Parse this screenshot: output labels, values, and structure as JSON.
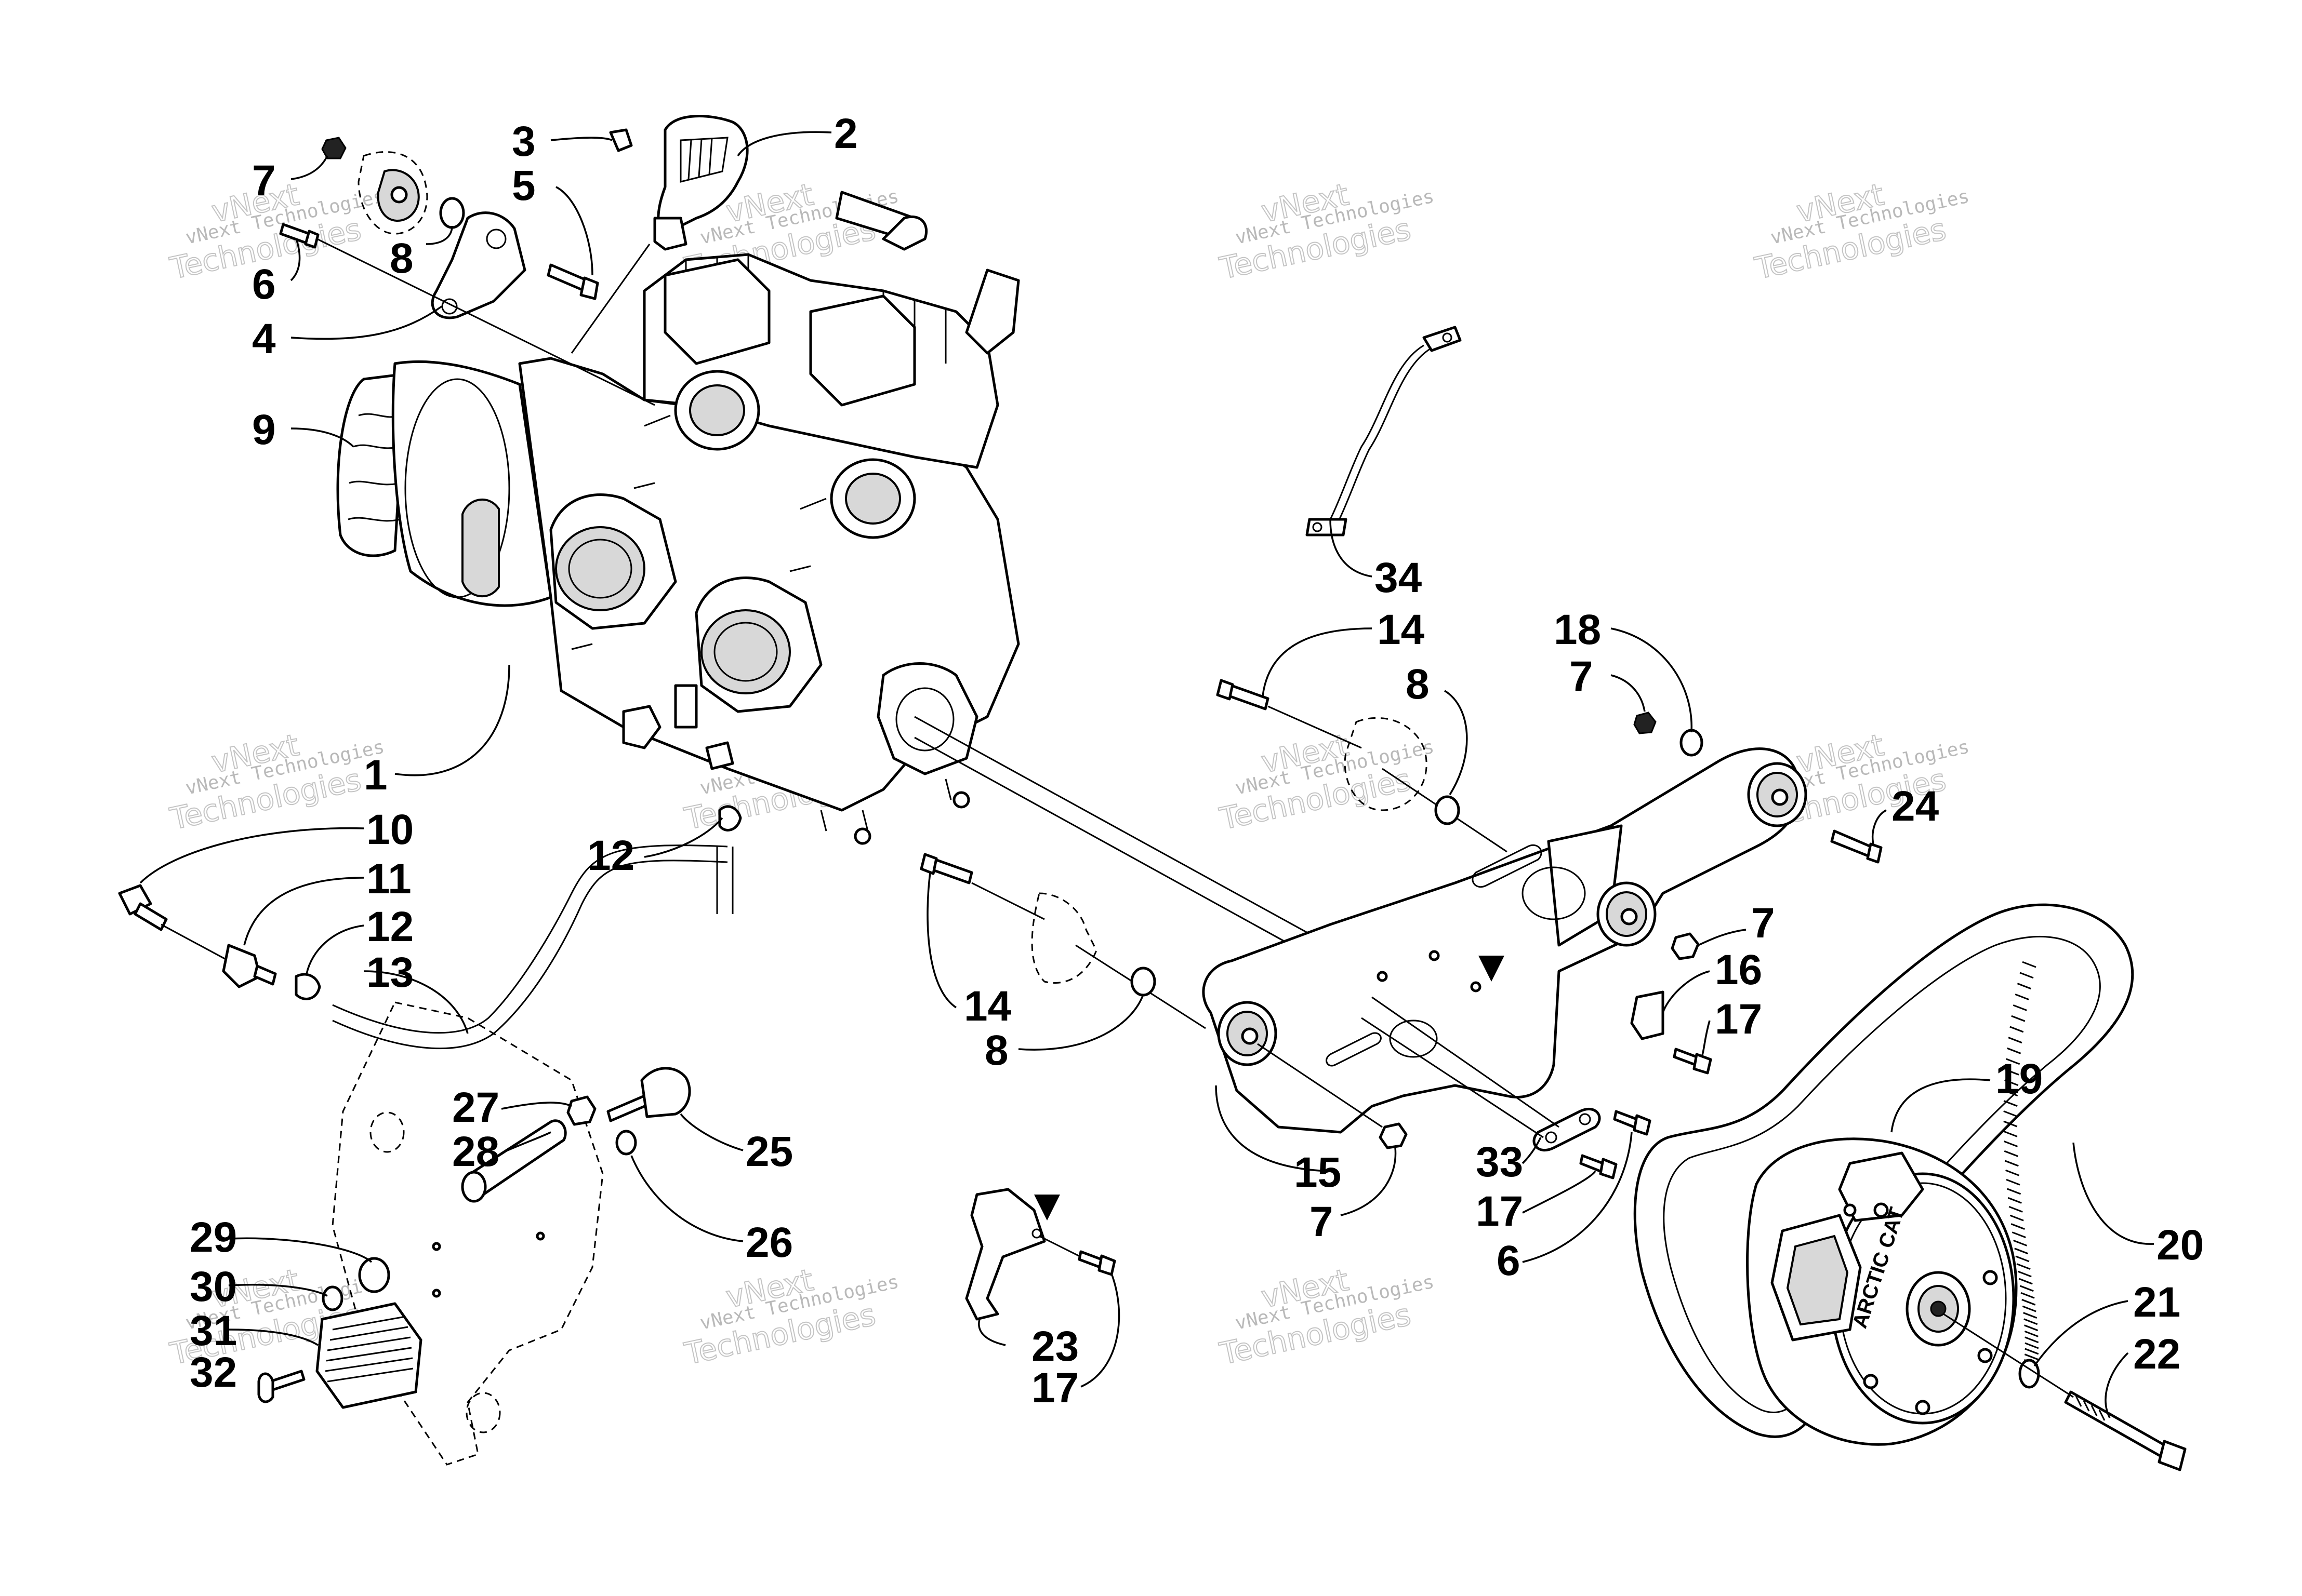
{
  "callouts": [
    {
      "id": "c1",
      "text": "1"
    },
    {
      "id": "c2",
      "text": "2"
    },
    {
      "id": "c3",
      "text": "3"
    },
    {
      "id": "c4",
      "text": "4"
    },
    {
      "id": "c5",
      "text": "5"
    },
    {
      "id": "c6a",
      "text": "6"
    },
    {
      "id": "c6b",
      "text": "6"
    },
    {
      "id": "c7a",
      "text": "7"
    },
    {
      "id": "c7b",
      "text": "7"
    },
    {
      "id": "c7c",
      "text": "7"
    },
    {
      "id": "c7d",
      "text": "7"
    },
    {
      "id": "c8a",
      "text": "8"
    },
    {
      "id": "c8b",
      "text": "8"
    },
    {
      "id": "c8c",
      "text": "8"
    },
    {
      "id": "c9",
      "text": "9"
    },
    {
      "id": "c10",
      "text": "10"
    },
    {
      "id": "c11",
      "text": "11"
    },
    {
      "id": "c12a",
      "text": "12"
    },
    {
      "id": "c12b",
      "text": "12"
    },
    {
      "id": "c13",
      "text": "13"
    },
    {
      "id": "c14a",
      "text": "14"
    },
    {
      "id": "c14b",
      "text": "14"
    },
    {
      "id": "c15",
      "text": "15"
    },
    {
      "id": "c16",
      "text": "16"
    },
    {
      "id": "c17a",
      "text": "17"
    },
    {
      "id": "c17b",
      "text": "17"
    },
    {
      "id": "c17c",
      "text": "17"
    },
    {
      "id": "c18",
      "text": "18"
    },
    {
      "id": "c19",
      "text": "19"
    },
    {
      "id": "c20",
      "text": "20"
    },
    {
      "id": "c21",
      "text": "21"
    },
    {
      "id": "c22",
      "text": "22"
    },
    {
      "id": "c23",
      "text": "23"
    },
    {
      "id": "c24",
      "text": "24"
    },
    {
      "id": "c25",
      "text": "25"
    },
    {
      "id": "c26",
      "text": "26"
    },
    {
      "id": "c27",
      "text": "27"
    },
    {
      "id": "c28",
      "text": "28"
    },
    {
      "id": "c29",
      "text": "29"
    },
    {
      "id": "c30",
      "text": "30"
    },
    {
      "id": "c31",
      "text": "31"
    },
    {
      "id": "c32",
      "text": "32"
    },
    {
      "id": "c33",
      "text": "33"
    },
    {
      "id": "c34",
      "text": "34"
    }
  ],
  "watermark": {
    "line1": "vNext",
    "line2": "vNext Technologies",
    "line3": "Technologies"
  },
  "clutch_text": "ARCTIC CAT"
}
